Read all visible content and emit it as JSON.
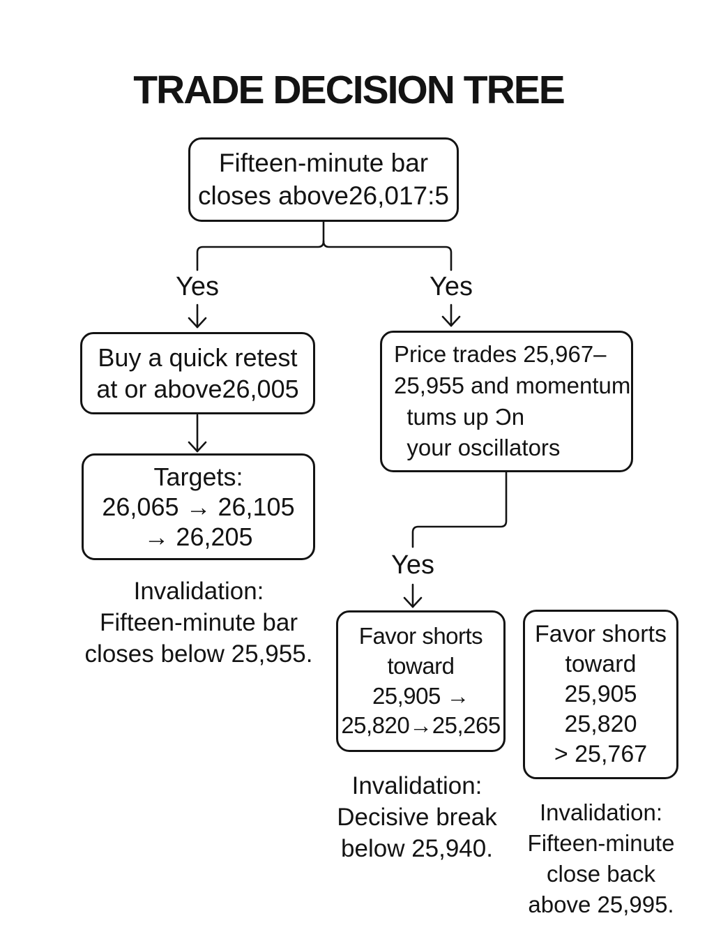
{
  "title": "TRADE DECISION TREE",
  "colors": {
    "ink": "#131313",
    "background": "#ffffff"
  },
  "flowchart": {
    "root": {
      "lines": [
        "Fifteen-minute bar",
        "closes above26,017:5"
      ]
    },
    "branch_left_label": "Yes",
    "branch_right_label": "Yes",
    "buy_node": {
      "lines": [
        "Buy a quick retest",
        "at or above26,005"
      ]
    },
    "targets_node": {
      "lines": [
        "Targets:",
        "26,065 → 26,105",
        "→ 26,205"
      ]
    },
    "left_invalidation": {
      "lines": [
        "Invalidation:",
        "Fifteen-minute bar",
        "closes below 25,955."
      ]
    },
    "momentum_node": {
      "lines": [
        "Price trades 25,967–",
        "25,955 and momentum",
        "  tums up Ɔn",
        "  your oscillators"
      ]
    },
    "momentum_yes_label": "Yes",
    "shorts_primary_node": {
      "lines": [
        "Favor shorts",
        "toward",
        "25,905 →",
        "25,820→25,265"
      ]
    },
    "shorts_primary_invalidation": {
      "lines": [
        "Invalidation:",
        "Decisive break",
        "below 25,940."
      ]
    },
    "shorts_secondary_node": {
      "lines": [
        "Favor shorts",
        "toward",
        "25,905",
        "25,820",
        "> 25,767"
      ]
    },
    "shorts_secondary_invalidation": {
      "lines": [
        "Invalidation:",
        "Fifteen-minute",
        "close back",
        "above 25,995."
      ]
    }
  }
}
